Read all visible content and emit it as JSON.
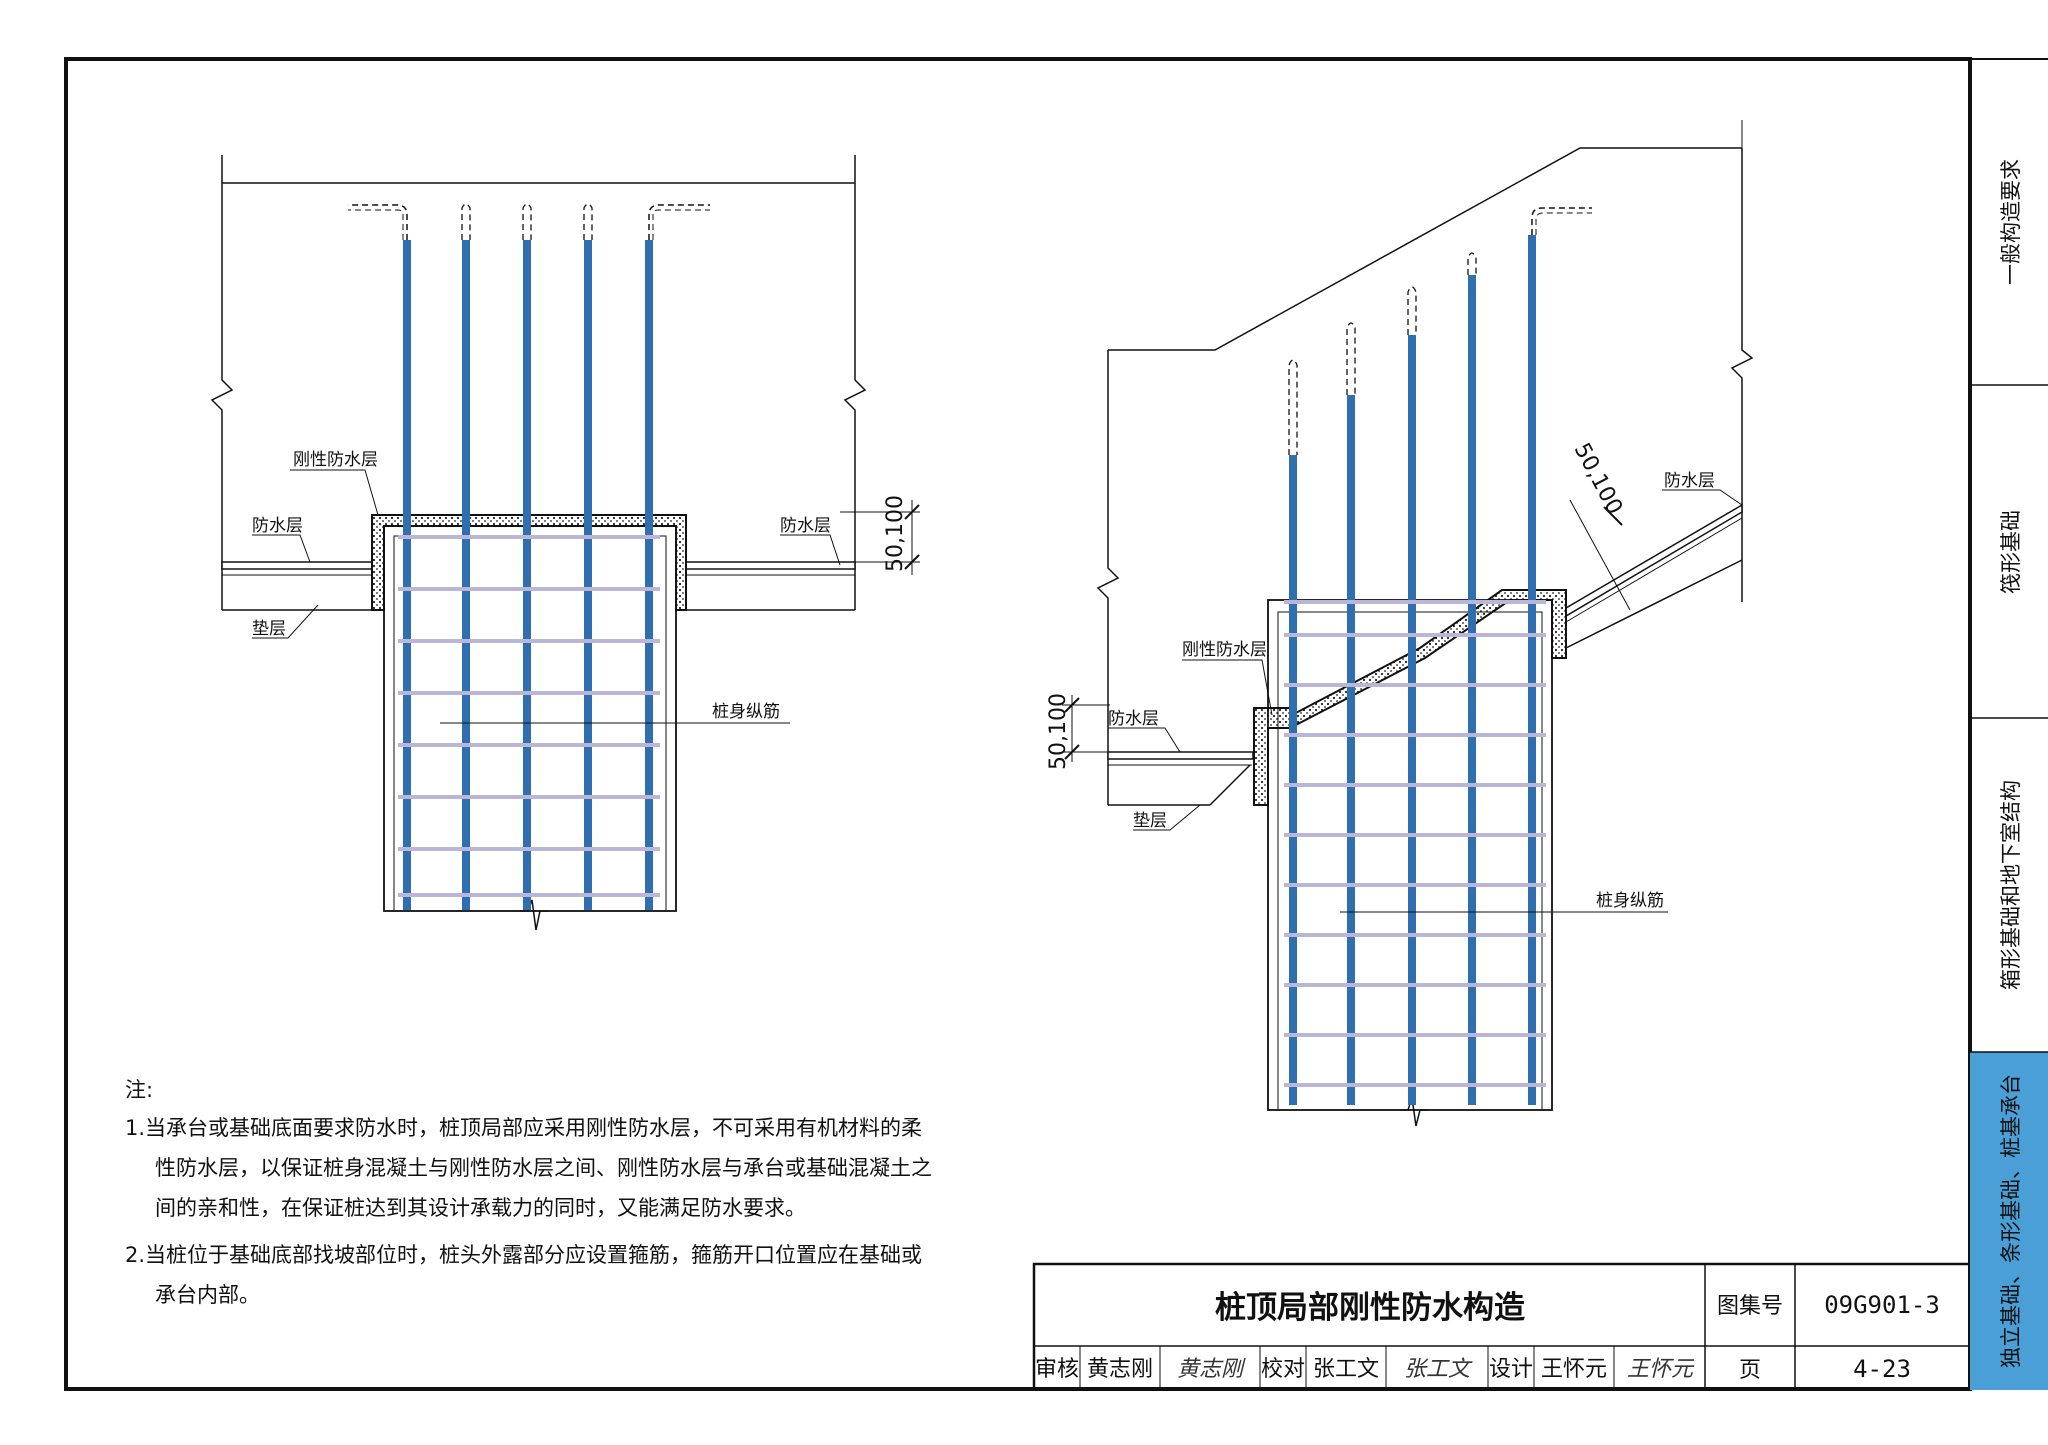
{
  "left_detail": {
    "rigid_layer_label": "刚性防水层",
    "waterproof_left_label": "防水层",
    "waterproof_right_label": "防水层",
    "cushion_label": "垫层",
    "pile_rebar_label": "桩身纵筋",
    "dimension": "50,100"
  },
  "right_detail": {
    "waterproof_slope_label": "防水层",
    "slope_dimension": "50,100",
    "rigid_layer_label": "刚性防水层",
    "waterproof_label": "防水层",
    "dimension": "50,100",
    "cushion_label": "垫层",
    "pile_rebar_label": "桩身纵筋"
  },
  "notes": {
    "heading": "注:",
    "lines": [
      "1.当承台或基础底面要求防水时，桩顶局部应采用刚性防水层，不可采用有机材料的柔",
      "性防水层，以保证桩身混凝土与刚性防水层之间、刚性防水层与承台或基础混凝土之",
      "间的亲和性，在保证桩达到其设计承载力的同时，又能满足防水要求。",
      "2.当桩位于基础底部找坡部位时，桩头外露部分应设置箍筋，箍筋开口位置应在基础或",
      "承台内部。"
    ]
  },
  "title_block": {
    "title": "桩顶局部刚性防水构造",
    "atlas_label": "图集号",
    "atlas_value": "09G901-3",
    "page_label": "页",
    "page_value": "4-23",
    "review_label": "审核",
    "review_name": "黄志刚",
    "review_sign": "黄志刚",
    "check_label": "校对",
    "check_name": "张工文",
    "check_sign": "张工文",
    "design_label": "设计",
    "design_name": "王怀元",
    "design_sign": "王怀元"
  },
  "side_tabs": [
    {
      "label": "一般构造要求",
      "active": false
    },
    {
      "label": "筏形基础",
      "active": false
    },
    {
      "label": "箱形基础和地下室结构",
      "active": false
    },
    {
      "label": "独立基础、条形基础、桩基承台",
      "active": true
    }
  ],
  "colors": {
    "rebar": "#2f6fb0",
    "tab_active": "#4aa0d6",
    "line": "#111111"
  }
}
